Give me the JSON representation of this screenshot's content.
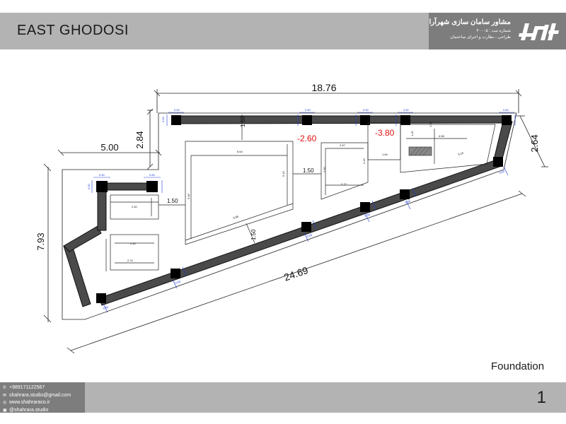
{
  "header": {
    "title": "EAST GHODOSI",
    "brand": {
      "name": "مشاور سامان سازی شهرآرا",
      "registration": "شماره ثبت : ۴۰۰۰۵",
      "tagline": "طراحی ، نظارت و اجرای ساختمان"
    }
  },
  "plan": {
    "label": "Foundation",
    "dimensions": {
      "top_width": "18.76",
      "left_offset": "5.00",
      "top_step": "2.84",
      "right_height": "2.64",
      "left_height": "7.93",
      "bottom_length": "24.69",
      "gap_1": "1.50",
      "gap_2": "1.50",
      "gap_3": "1.50",
      "gap_4": "1.50"
    },
    "levels": {
      "level_1": "-2.60",
      "level_2": "-3.80"
    },
    "footing_labels": {
      "f1": "0.50",
      "f2": "0.50",
      "f3": "0.50",
      "f4": "0.50",
      "f5": "0.50",
      "f6": "0.50",
      "f7": "0.50",
      "f8": "0.60",
      "f9": "0.50",
      "f10": "0.50",
      "f11": "0.60",
      "f12": "0.50",
      "f13": "0.50",
      "f14": "0.50",
      "f15": "0.50"
    },
    "pit_labels": {
      "p1": "5.64",
      "p2": "5.49",
      "p3": "5.42",
      "p4": "5.95",
      "p5": "2.40",
      "p6": "2.57",
      "p7": "2.60",
      "p8": "2.72",
      "p9": "2.43",
      "p10": "2.40",
      "p11": "2.74",
      "p12": "1.60",
      "p13": "4.58",
      "p14": "1.42",
      "p15": "5.10",
      "p16": "1.50"
    }
  },
  "footer": {
    "phone": "+989171122567",
    "email": "shahrara.studio@gmail.com",
    "website": "www.shahraraco.ir",
    "instagram": "@shahrara.studio",
    "page_number": "1"
  }
}
